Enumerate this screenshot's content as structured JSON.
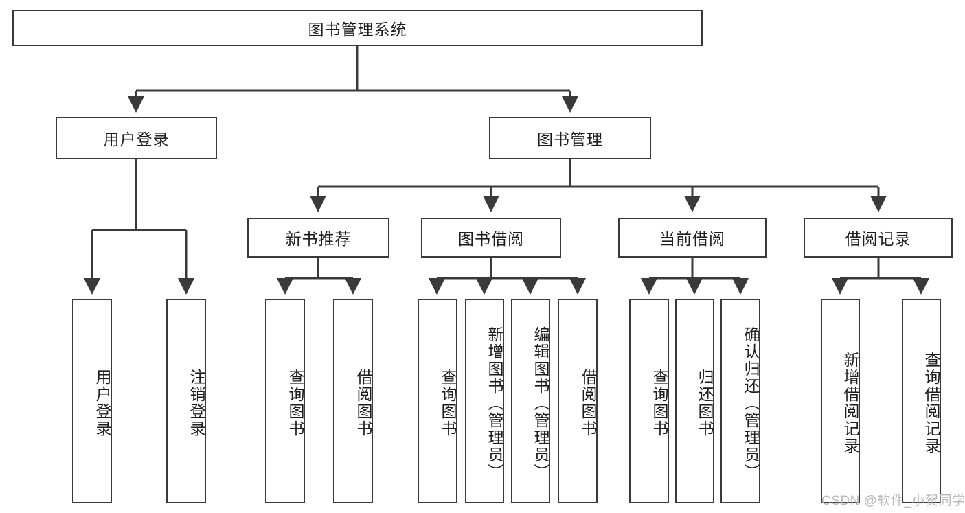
{
  "diagram": {
    "title": "图书管理系统",
    "type": "tree-hierarchy",
    "colors": {
      "box_border": "#3a3a3a",
      "box_fill": "#ffffff",
      "connector": "#3a3a3a",
      "text": "#1d1d1d",
      "watermark": "#b9b9b9",
      "background": "#ffffff"
    },
    "root": {
      "label": "图书管理系统"
    },
    "level2": [
      {
        "label": "用户登录"
      },
      {
        "label": "图书管理"
      }
    ],
    "level3": [
      {
        "label": "新书推荐"
      },
      {
        "label": "图书借阅"
      },
      {
        "label": "当前借阅"
      },
      {
        "label": "借阅记录"
      }
    ],
    "leaves": {
      "user_login": [
        {
          "label": "用户登录"
        },
        {
          "label": "注销登录"
        }
      ],
      "new_book_recommend": [
        {
          "label": "查询图书"
        },
        {
          "label": "借阅图书"
        }
      ],
      "book_borrow": [
        {
          "label": "查询图书"
        },
        {
          "label": "新增图书（管理员）"
        },
        {
          "label": "编辑图书（管理员）"
        },
        {
          "label": "借阅图书"
        }
      ],
      "current_borrow": [
        {
          "label": "查询图书"
        },
        {
          "label": "归还图书"
        },
        {
          "label": "确认归还（管理员）"
        }
      ],
      "borrow_record": [
        {
          "label": "新增借阅记录"
        },
        {
          "label": "查询借阅记录"
        }
      ]
    }
  },
  "watermark": {
    "text": "CSDN @软件_小贺同学"
  }
}
